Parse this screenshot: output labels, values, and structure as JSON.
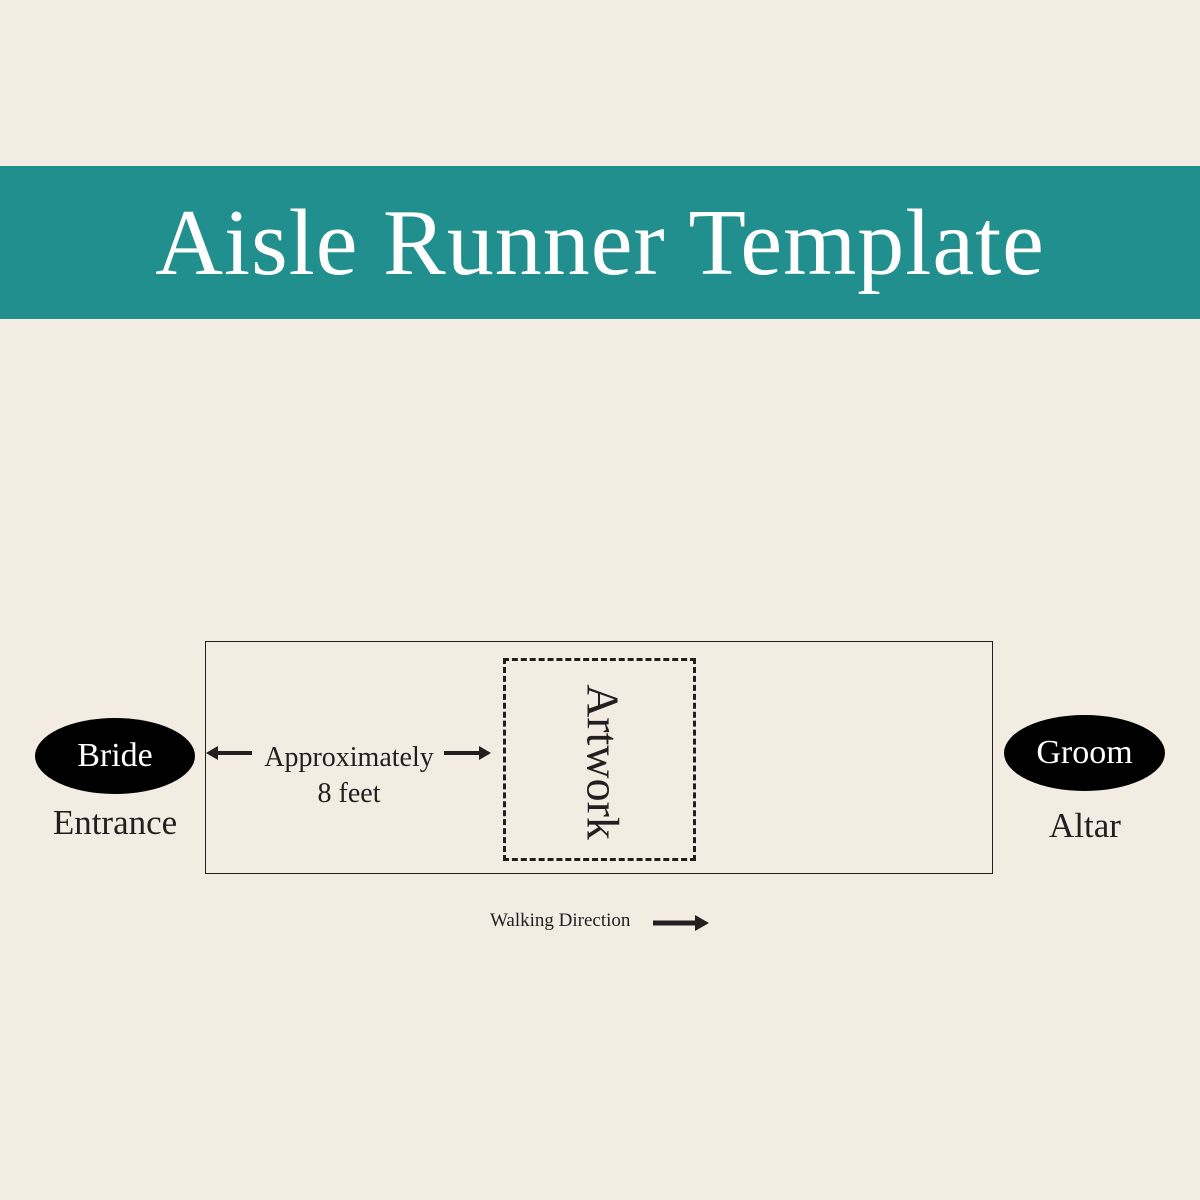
{
  "header": {
    "title": "Aisle Runner Template"
  },
  "diagram": {
    "artwork_label": "Artwork",
    "bride_label": "Bride",
    "entrance_label": "Entrance",
    "groom_label": "Groom",
    "altar_label": "Altar",
    "distance_label_line1": "Approximately",
    "distance_label_line2": "8 feet",
    "walking_direction_label": "Walking Direction"
  },
  "colors": {
    "background": "#f3ece2",
    "banner": "#218f8d",
    "ink": "#231f20"
  }
}
